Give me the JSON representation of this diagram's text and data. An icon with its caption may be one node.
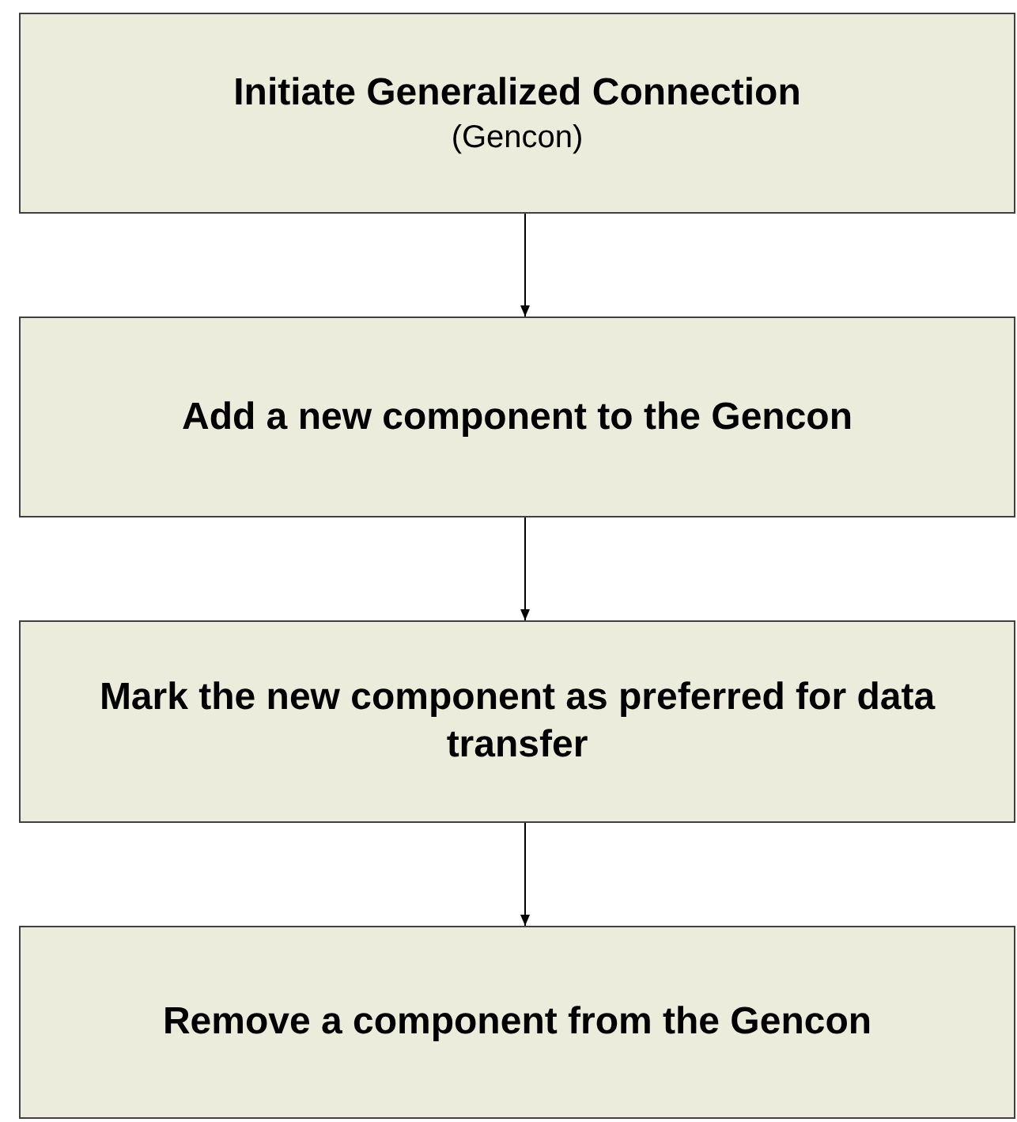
{
  "diagram": {
    "nodes": [
      {
        "text": [
          "Initiate Generalized Connection",
          "(Gencon)"
        ]
      },
      {
        "text": [
          "Add a new component to the Gencon"
        ]
      },
      {
        "text": [
          "Mark the new component as preferred for data transfer"
        ]
      },
      {
        "text": [
          "Remove a component from the Gencon"
        ]
      }
    ],
    "edges": [
      {
        "from": 0,
        "to": 1,
        "arrow": "to"
      },
      {
        "from": 1,
        "to": 2,
        "arrow": "to"
      },
      {
        "from": 2,
        "to": 3,
        "arrow": "to"
      }
    ]
  }
}
